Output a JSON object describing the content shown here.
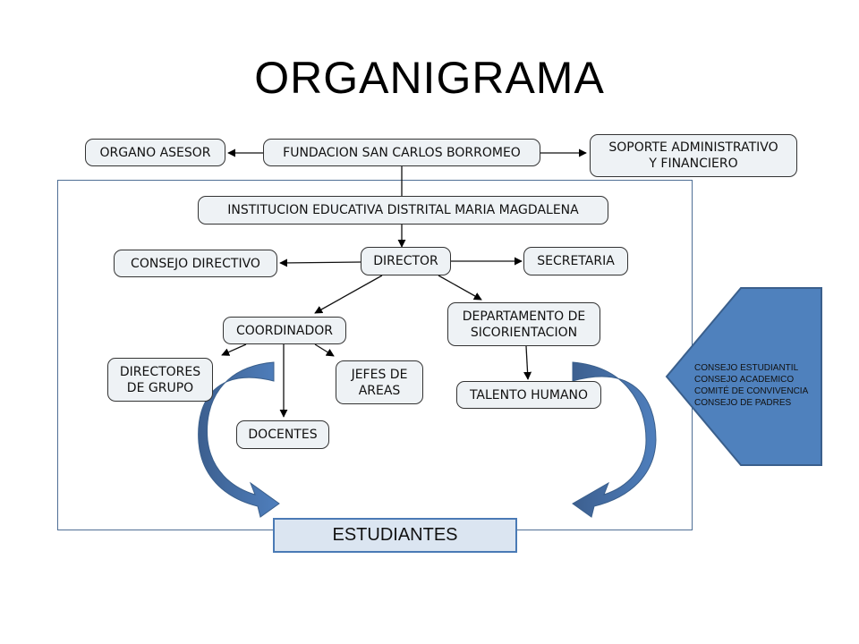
{
  "title": "ORGANIGRAMA",
  "nodes": {
    "organo_asesor": "ORGANO ASESOR",
    "fundacion": "FUNDACION SAN CARLOS BORROMEO",
    "soporte": "SOPORTE ADMINISTRATIVO\nY FINANCIERO",
    "institucion": "INSTITUCION EDUCATIVA DISTRITAL MARIA MAGDALENA",
    "consejo_directivo": "CONSEJO DIRECTIVO",
    "director": "DIRECTOR",
    "secretaria": "SECRETARIA",
    "coordinador": "COORDINADOR",
    "departamento": "DEPARTAMENTO DE\nSICORIENTACION",
    "directores_grupo": "DIRECTORES\nDE GRUPO",
    "jefes_areas": "JEFES DE\nAREAS",
    "docentes": "DOCENTES",
    "talento_humano": "TALENTO HUMANO",
    "estudiantes": "ESTUDIANTES"
  },
  "councils": [
    "CONSEJO ESTUDIANTIL",
    "CONSEJO ACADEMICO",
    "COMITÉ DE CONVIVENCIA",
    "CONSEJO DE PADRES"
  ],
  "colors": {
    "arrow_blue": "#4a7ab5",
    "arrow_blue_dark": "#3c5f8f",
    "node_fill": "#eef2f5",
    "student_fill": "#dbe5f1"
  }
}
